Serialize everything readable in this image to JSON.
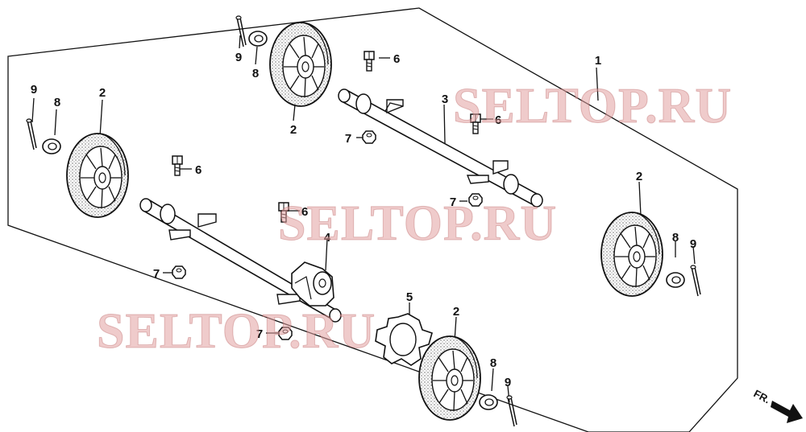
{
  "diagram": {
    "watermark_text": "SELTOP.RU",
    "direction_label": "FR.",
    "callouts": {
      "c1": "1",
      "c2": "2",
      "c3": "3",
      "c4": "4",
      "c5": "5",
      "c6": "6",
      "c7": "7",
      "c8": "8",
      "c9": "9"
    }
  }
}
